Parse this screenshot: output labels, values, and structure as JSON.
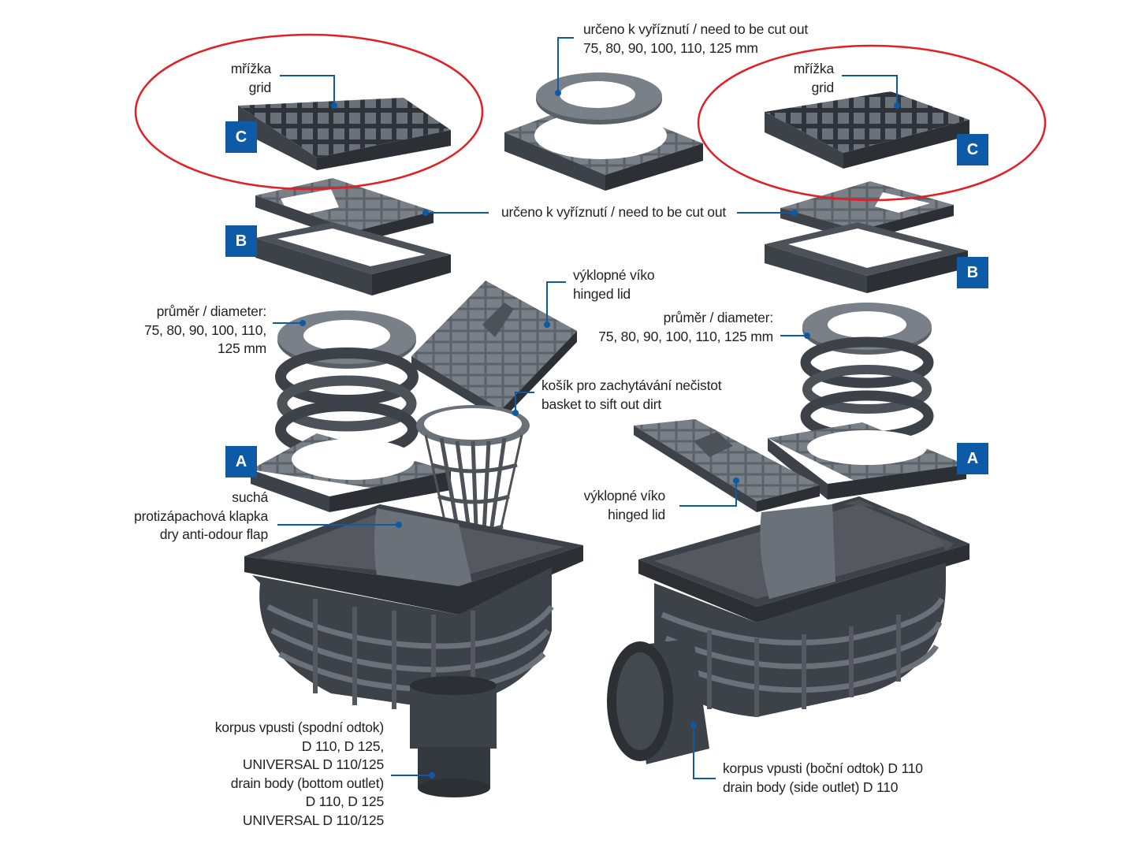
{
  "labels": {
    "grid_left": [
      "mřížka",
      "grid"
    ],
    "grid_right": [
      "mřížka",
      "grid"
    ],
    "cut_out_top": [
      "určeno k vyříznutí / need to be cut out",
      "75, 80, 90, 100, 110, 125 mm"
    ],
    "cut_out_middle": "určeno k vyříznutí / need to be cut out",
    "hinged_lid_top": [
      "výklopné víko",
      "hinged lid"
    ],
    "diameter_left": [
      "průměr / diameter:",
      "75, 80, 90, 100, 110,",
      "125 mm"
    ],
    "diameter_right": [
      "průměr / diameter:",
      "75, 80, 90, 100, 110, 125 mm"
    ],
    "basket": [
      "košík pro zachytávání nečistot",
      "basket to sift out dirt"
    ],
    "hinged_lid_right": [
      "výklopné víko",
      "hinged lid"
    ],
    "flap": [
      "suchá",
      "protizápachová klapka",
      "dry anti-odour flap"
    ],
    "drain_bottom": [
      "korpus vpusti (spodní odtok)",
      "D 110, D 125,",
      "UNIVERSAL D 110/125",
      "drain body (bottom outlet)",
      "D 110, D 125",
      "UNIVERSAL D 110/125"
    ],
    "drain_side": [
      "korpus vpusti (boční odtok) D 110",
      "drain body (side outlet) D 110"
    ]
  },
  "badges": {
    "a": "A",
    "b": "B",
    "c": "C"
  },
  "colors": {
    "badge": "#0d5aa7",
    "leader_line": "#0d5aa7",
    "highlight_ellipse": "#e31e24",
    "part_dark": "#3d4248",
    "part_light": "#6b7178",
    "text": "#222222"
  },
  "icons": [
    "grid-part",
    "ring-part",
    "frame-part",
    "basket-part",
    "hinged-lid-part",
    "drain-body-part",
    "highlight-ellipse"
  ]
}
